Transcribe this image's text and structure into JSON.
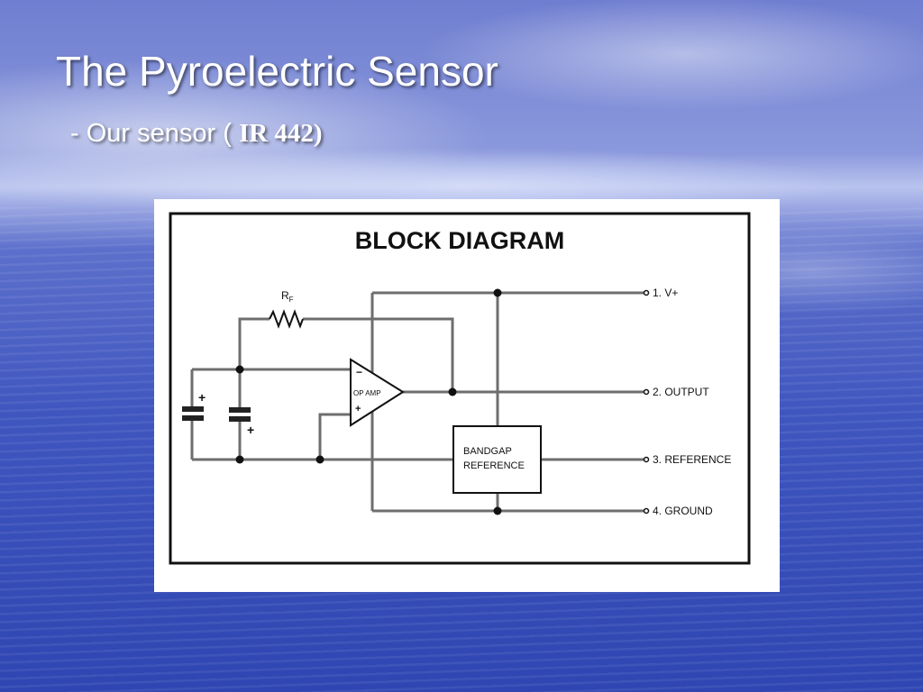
{
  "slide": {
    "title": "The Pyroelectric Sensor",
    "subtitle_prefix": "- Our sensor ( ",
    "subtitle_model": "IR 442)"
  },
  "diagram": {
    "heading": "BLOCK DIAGRAM",
    "resistor_label": "R",
    "resistor_subscript": "F",
    "opamp_label": "OP AMP",
    "opamp_minus": "−",
    "opamp_plus": "+",
    "cap1_polarity": "+",
    "cap2_polarity": "+",
    "bandgap_line1": "BANDGAP",
    "bandgap_line2": "REFERENCE",
    "pins": [
      {
        "label": "1. V+"
      },
      {
        "label": "2. OUTPUT"
      },
      {
        "label": "3. REFERENCE"
      },
      {
        "label": "4. GROUND"
      }
    ]
  }
}
